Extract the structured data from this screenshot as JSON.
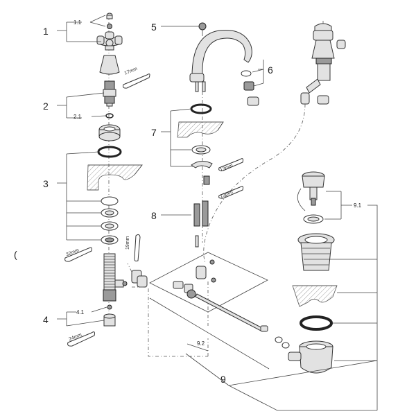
{
  "labels": {
    "l1": "1",
    "l1_1": "1.1",
    "l2": "2",
    "l2_1": "2.1",
    "l3": "3",
    "l4": "4",
    "l4_1": "4.1",
    "l5": "5",
    "l6": "6",
    "l7": "7",
    "l8": "8",
    "l9": "9",
    "l9_1": "9.1",
    "l9_2": "9.2"
  },
  "wrench_sizes": {
    "w17": "17mm",
    "w13a": "13mm",
    "w13b": "13mm",
    "w32": "32mm",
    "w19": "19mm",
    "w24": "24mm"
  },
  "stray_mark": "("
}
